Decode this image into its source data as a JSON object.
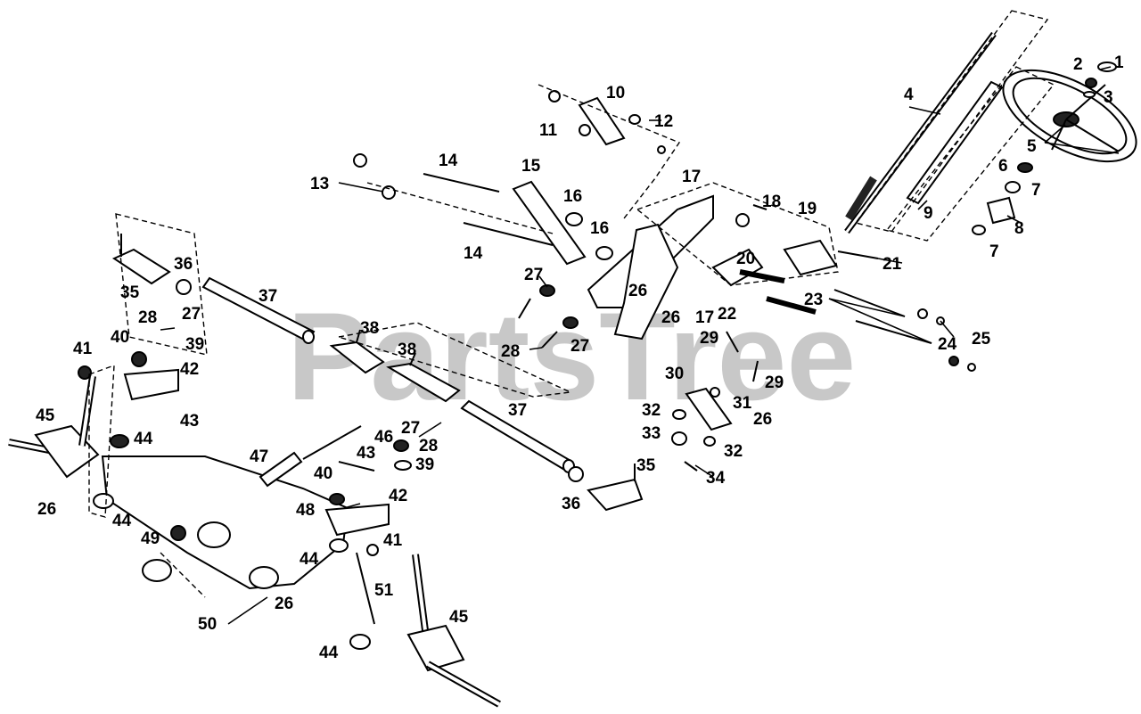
{
  "watermark": {
    "text": "PartsTree",
    "color": "#c8c8c8"
  },
  "callouts": {
    "c1": "1",
    "c2": "2",
    "c3": "3",
    "c4": "4",
    "c5": "5",
    "c6": "6",
    "c7a": "7",
    "c7b": "7",
    "c8": "8",
    "c9": "9",
    "c10": "10",
    "c11": "11",
    "c12": "12",
    "c13": "13",
    "c14a": "14",
    "c14b": "14",
    "c15": "15",
    "c16a": "16",
    "c16b": "16",
    "c17a": "17",
    "c17b": "17",
    "c18": "18",
    "c19": "19",
    "c20": "20",
    "c21": "21",
    "c22": "22",
    "c23": "23",
    "c24": "24",
    "c25": "25",
    "c26a": "26",
    "c26b": "26",
    "c26c": "26",
    "c26d": "26",
    "c26e": "26",
    "c27a": "27",
    "c27b": "27",
    "c27c": "27",
    "c27d": "27",
    "c28a": "28",
    "c28b": "28",
    "c28c": "28",
    "c29a": "29",
    "c29b": "29",
    "c30": "30",
    "c31": "31",
    "c32a": "32",
    "c32b": "32",
    "c33": "33",
    "c34": "34",
    "c35a": "35",
    "c35b": "35",
    "c36a": "36",
    "c36b": "36",
    "c37a": "37",
    "c37b": "37",
    "c38a": "38",
    "c38b": "38",
    "c39a": "39",
    "c39b": "39",
    "c40a": "40",
    "c40b": "40",
    "c41a": "41",
    "c41b": "41",
    "c42a": "42",
    "c42b": "42",
    "c43a": "43",
    "c43b": "43",
    "c44a": "44",
    "c44b": "44",
    "c44c": "44",
    "c44d": "44",
    "c45a": "45",
    "c45b": "45",
    "c46": "46",
    "c47": "47",
    "c48": "48",
    "c49": "49",
    "c50": "50",
    "c51": "51"
  }
}
